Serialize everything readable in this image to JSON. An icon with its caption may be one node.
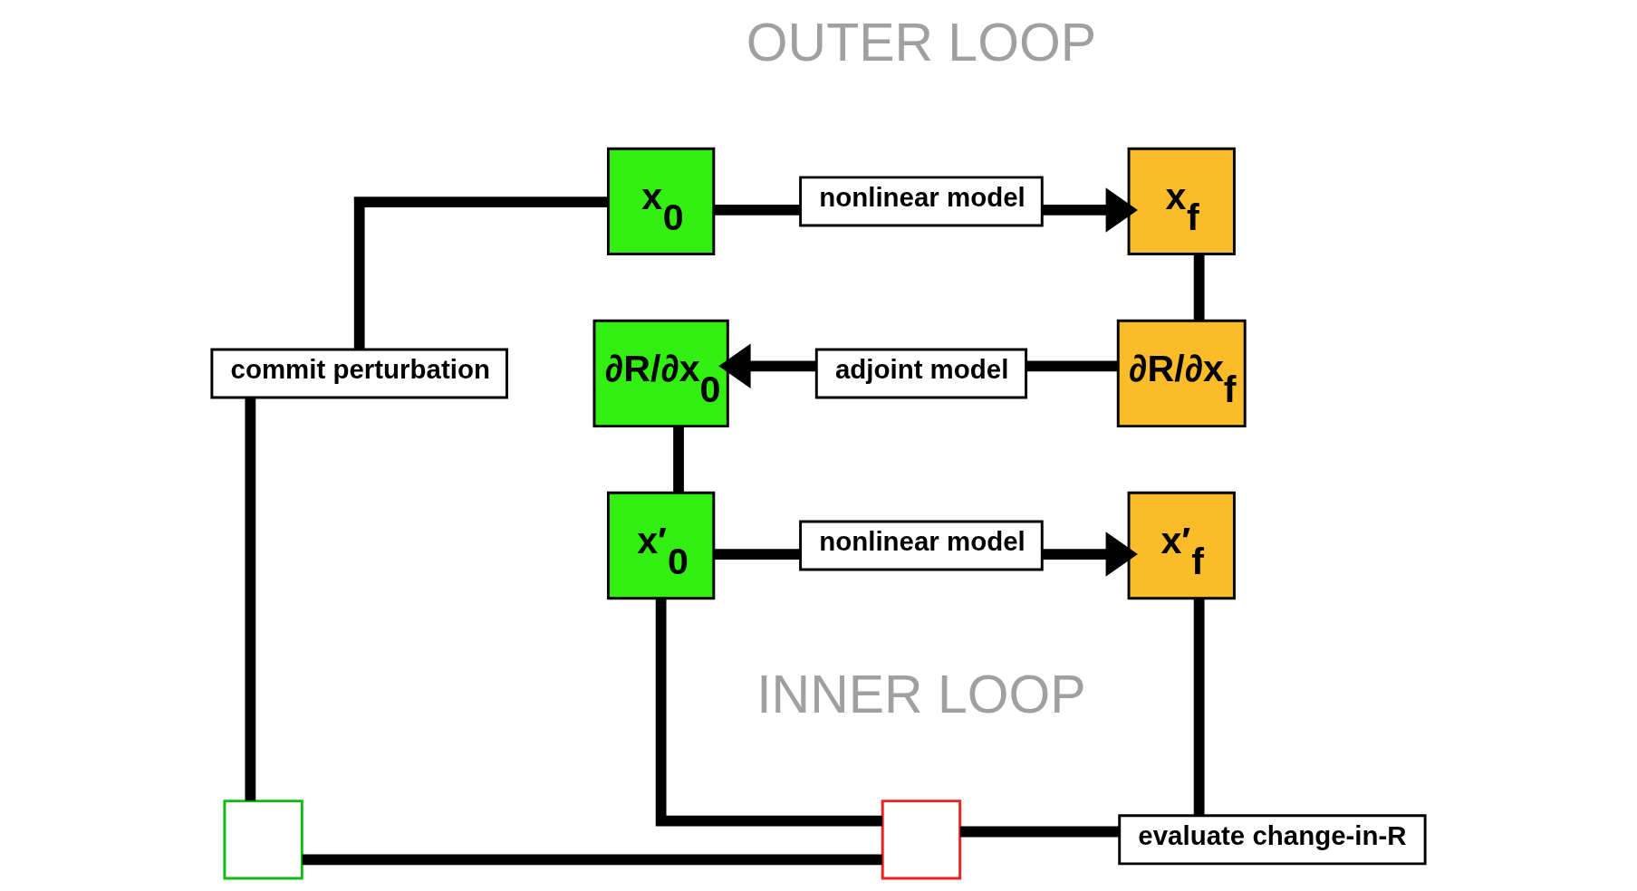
{
  "diagram": {
    "nodes": [
      {
        "text": [
          "x$_{0}$"
        ]
      },
      {
        "text": [
          "nonlinear model"
        ]
      },
      {
        "text": [
          "x$_{f}$"
        ]
      },
      {
        "text": [
          "∂R/∂x$_{f}$"
        ]
      },
      {
        "text": [
          "adjoint model"
        ]
      },
      {
        "text": [
          "∂R/∂x$_{0}$"
        ]
      },
      {
        "text": [
          "x′$_{0}$"
        ]
      },
      {
        "text": [
          "nonlinear model"
        ]
      },
      {
        "text": [
          "x′$_{f}$"
        ]
      },
      {
        "text": [
          "evaluate change-in-R"
        ]
      },
      {
        "text": [],
        "shape": "box"
      },
      {
        "text": [],
        "shape": "box"
      },
      {
        "text": [
          "commit perturbation"
        ]
      }
    ],
    "edges": [
      {
        "from": 0,
        "to": 1,
        "arrow": "none"
      },
      {
        "from": 1,
        "to": 2,
        "arrow": "to"
      },
      {
        "from": 2,
        "to": 3,
        "arrow": "none"
      },
      {
        "from": 3,
        "to": 4,
        "arrow": "none"
      },
      {
        "from": 4,
        "to": 5,
        "arrow": "to"
      },
      {
        "from": 5,
        "to": 6,
        "arrow": "none"
      },
      {
        "from": 6,
        "to": 7,
        "arrow": "none"
      },
      {
        "from": 7,
        "to": 8,
        "arrow": "to"
      },
      {
        "from": 8,
        "to": 9,
        "arrow": "none"
      },
      {
        "from": 9,
        "to": 11,
        "arrow": "none"
      },
      {
        "from": 11,
        "to": 10,
        "arrow": "none"
      },
      {
        "from": 11,
        "to": 6,
        "arrow": "none"
      },
      {
        "from": 10,
        "to": 12,
        "arrow": "none"
      },
      {
        "from": 12,
        "to": 0,
        "arrow": "none"
      }
    ],
    "labels": [
      "OUTER LOOP",
      "INNER LOOP"
    ]
  }
}
